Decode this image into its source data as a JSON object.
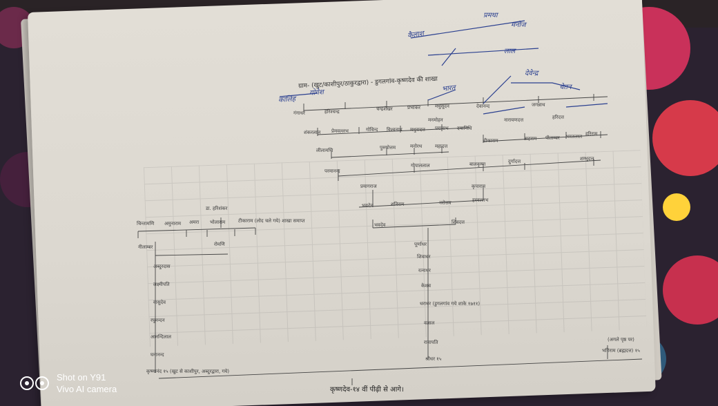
{
  "photo": {
    "heading": "ग्राम- (खुट/काशीपुर/ठाकुरद्वारा) - डुगलगांव-कृष्णदेव की शाखा",
    "handwritten": [
      "प्रमथा",
      "मनोज",
      "कैलाश",
      "लाल",
      "देवेन्द्र",
      "भारत",
      "चेतन",
      "कालिह",
      "योगेश"
    ],
    "left_branch": [
      "चिन्तामणि",
      "अमुनाराम",
      "अमरा",
      "भोलाराम",
      "टीकाराम (लोद चले गये) शाखा समाप्त",
      "डा. हरिशंकर",
      "नीलाम्बर",
      "रोमणि",
      "अब्दुरदास",
      "लक्ष्मीपति",
      "वासुदेव",
      "रघुनन्दन",
      "आनन्दिलाल",
      "घनानन्द",
      "कृष्णानंद १५ (खुट से काशीपुर, अब्दुरद्वारा, गये)"
    ],
    "right_branch": [
      "परमानन्द",
      "गोपाललाल",
      "प्रयागराज",
      "भयदेव",
      "शनिराम",
      "नरोत्तम",
      "कृपाराम",
      "हरवल्लभ",
      "भवदेव",
      "शिवदत्त",
      "पूर्णाधर",
      "शिवाधर",
      "रत्नाधर",
      "केशव",
      "धराधर (डुगलगांव गये शाके १७११)",
      "वत्सल",
      "रामापति",
      "श्रीधर १५"
    ],
    "top_branch": [
      "गंगाधर",
      "हरिश्चन्द्र",
      "चन्द्रशेखर",
      "प्रभाकर",
      "मधुसूदन",
      "देवानन्द",
      "जगन्नाथ",
      "मनमोहन",
      "नारायणदत्त",
      "हरिदत्त",
      "शंकरलाल",
      "प्रेमवल्लभ",
      "गोविन्द",
      "विश्वनाथ",
      "मथुरादत्त",
      "पद्मनाभ",
      "दयानिधि",
      "लीलामणि",
      "पुरुषोत्तम",
      "मनोरथ",
      "महादत्त",
      "टीकाराम",
      "सहराम",
      "पीताम्बर",
      "भरतलाल",
      "बालकृष्ण",
      "दुर्गादत्त",
      "हरिराम",
      "शम्भुदत्त"
    ],
    "side_note": [
      "(अगले पृष्ठ पर)",
      "भगिराम (ब्रह्मदत्त) १५"
    ],
    "caption": "कृष्णदेव-१४ वीं पीढ़ी से आगे।",
    "camera_overlay": [
      "Shot on Y91",
      "Vivo AI camera"
    ]
  }
}
